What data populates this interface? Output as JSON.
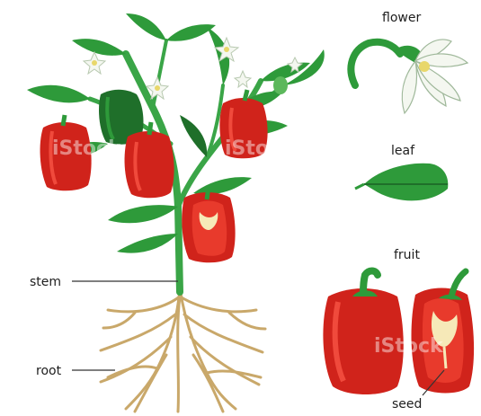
{
  "labels": {
    "flower": "flower",
    "leaf": "leaf",
    "fruit": "fruit",
    "stem": "stem",
    "root": "root",
    "seed": "seed"
  },
  "watermark": "iStock",
  "colors": {
    "pepper_red": "#d0231b",
    "pepper_dark": "#8e0e0a",
    "leaf_green": "#2e9a3a",
    "leaf_dark": "#1f6f2a",
    "stem_green": "#3aa547",
    "root_tan": "#c9a86a",
    "flower_white": "#f4f7f0"
  }
}
